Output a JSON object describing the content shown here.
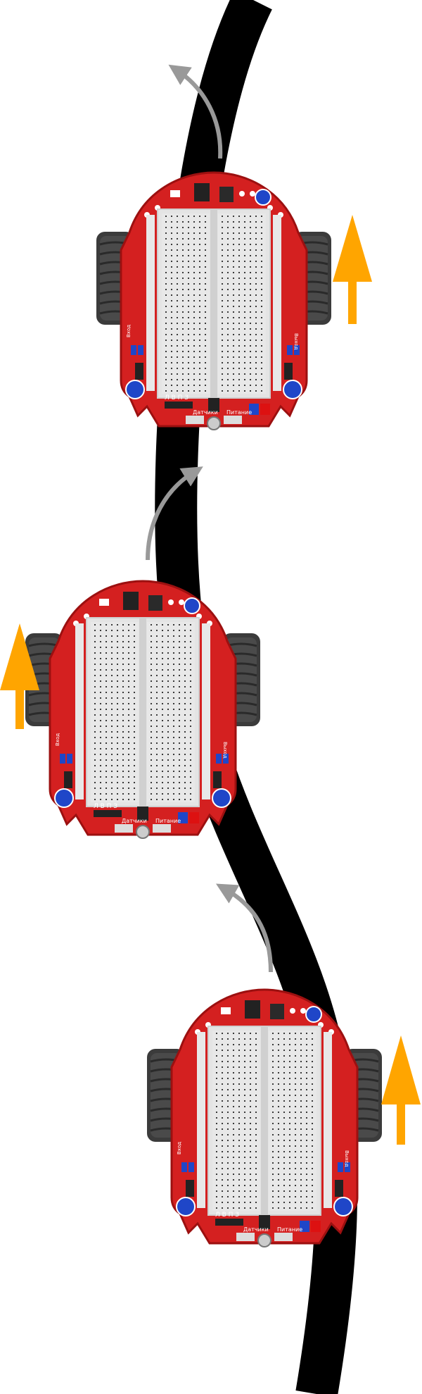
{
  "colors": {
    "background": "#ffffff",
    "track": "#000000",
    "board": "#d71f1f",
    "board_dark": "#9c1010",
    "breadboard": "#e6e6e6",
    "breadboard_hole": "#333333",
    "wheel": "#3a3a3a",
    "wheel_tread": "#222222",
    "pot_blue": "#1f46c8",
    "motion_arrow": "#ffa500",
    "turn_arrow": "#999999"
  },
  "robots": [
    {
      "id": "robot-top",
      "motor_arrow_side": "right",
      "turn_direction": "left",
      "labels": {
        "sensors": "Датчики",
        "power": "Питание",
        "sensor_letters": "Л В П З",
        "left_text": "Вход",
        "right_text": "Выход"
      }
    },
    {
      "id": "robot-middle",
      "motor_arrow_side": "left",
      "turn_direction": "right",
      "labels": {
        "sensors": "Датчики",
        "power": "Питание",
        "sensor_letters": "Л В П З",
        "left_text": "Вход",
        "right_text": "Выход"
      }
    },
    {
      "id": "robot-bottom",
      "motor_arrow_side": "right",
      "turn_direction": "left",
      "labels": {
        "sensors": "Датчики",
        "power": "Питание",
        "sensor_letters": "Л В П З",
        "left_text": "Вход",
        "right_text": "Выход"
      }
    }
  ]
}
